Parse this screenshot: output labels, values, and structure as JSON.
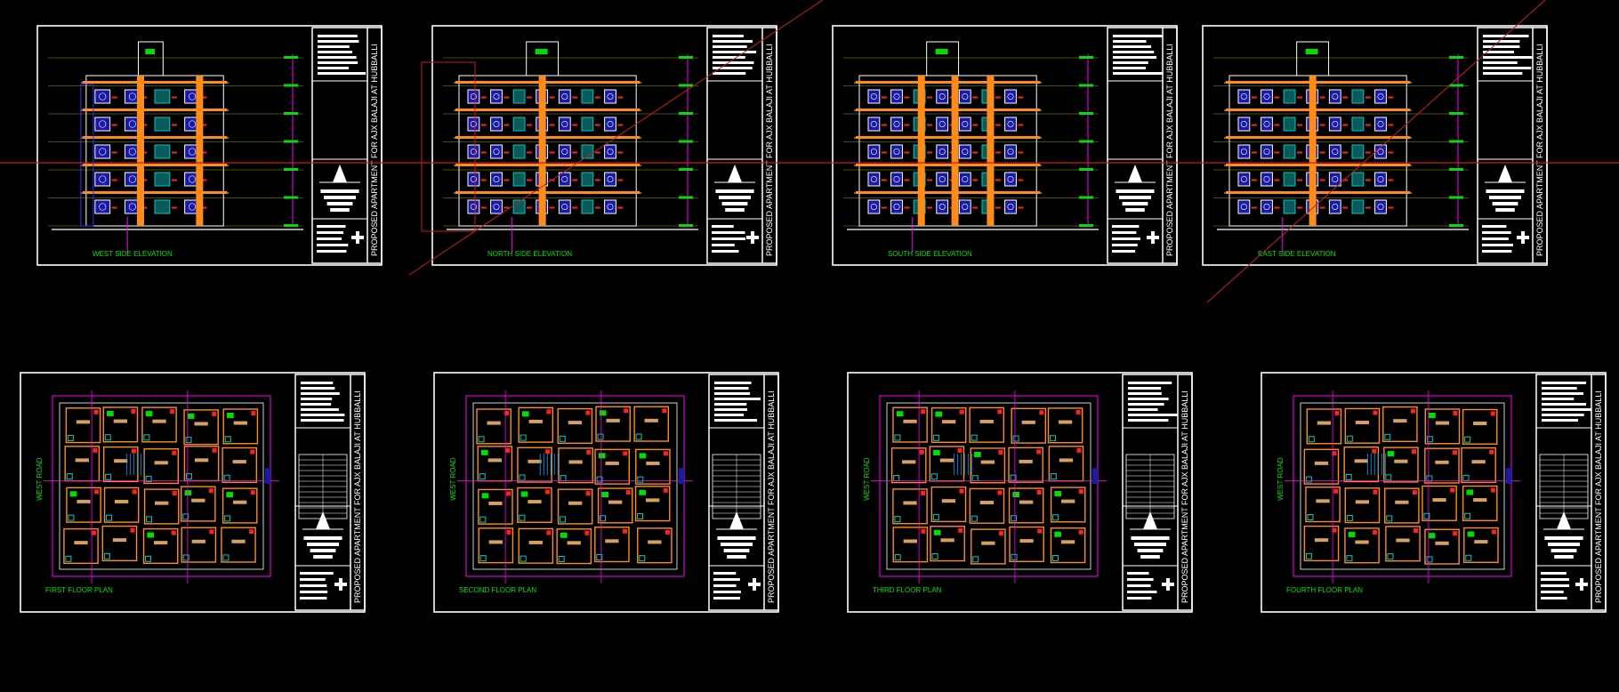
{
  "app": {
    "title": "AutoCAD model space - proposed apartment drawing set"
  },
  "colors": {
    "background": "#000000",
    "sheet_border": "#ffffff",
    "wall": "#ff8c1a",
    "window_fill": "#1a1aa8",
    "grid_line": "#c8c800",
    "dim_line": "#ff00ff",
    "green_text": "#00e000",
    "cyan": "#00c8c8",
    "red": "#ff2020",
    "crosshair": "#c81e1e"
  },
  "project_title": "PROPOSED APARTMENT FOR AJX BALAJI AT HUBBALLI",
  "road_label": "WEST ROAD",
  "sheets_top": [
    {
      "id": "west",
      "caption": "WEST SIDE ELEVATION"
    },
    {
      "id": "north",
      "caption": "NORTH SIDE ELEVATION"
    },
    {
      "id": "south",
      "caption": "SOUTH SIDE ELEVATION"
    },
    {
      "id": "east",
      "caption": "EAST SIDE ELEVATION"
    }
  ],
  "sheets_bottom": [
    {
      "id": "first",
      "caption": "FIRST FLOOR PLAN"
    },
    {
      "id": "second",
      "caption": "SECOND FLOOR PLAN"
    },
    {
      "id": "third",
      "caption": "THIRD FLOOR PLAN"
    },
    {
      "id": "fourth",
      "caption": "FOURTH FLOOR PLAN"
    }
  ]
}
